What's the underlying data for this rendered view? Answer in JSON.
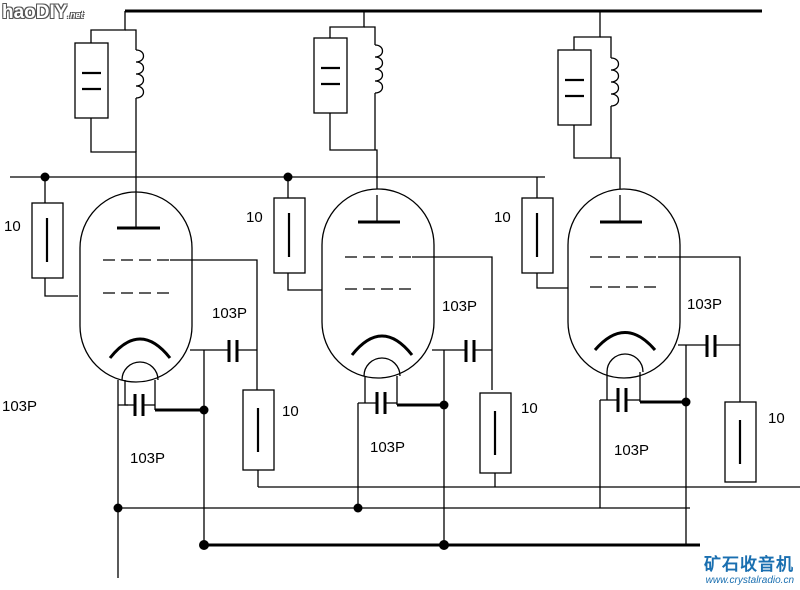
{
  "watermarks": {
    "left_main": "haoDIY",
    "left_sub": ".net",
    "right_cn": "矿石收音机",
    "right_url": "www.crystalradio.cn"
  },
  "labels": {
    "r_grid_1": "10",
    "r_grid_2": "10",
    "r_grid_3": "10",
    "c_couple_1": "103P",
    "c_couple_2": "103P",
    "c_couple_3": "103P",
    "r_load_1": "10",
    "r_load_2": "10",
    "r_load_3": "10",
    "c_cath_1": "103P",
    "c_cath_2": "103P",
    "c_cath_3": "103P",
    "c_side": "103P"
  }
}
